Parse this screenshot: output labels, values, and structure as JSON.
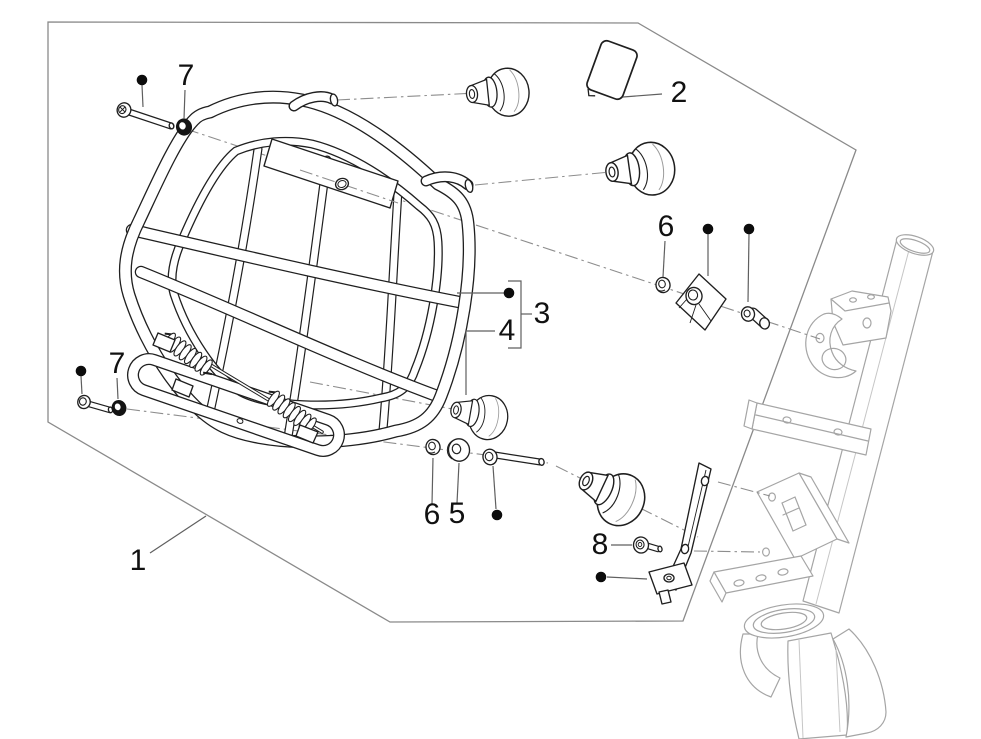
{
  "diagram": {
    "kind": "exploded-parts-diagram",
    "subject": "front luggage rack assembly with mounting hardware and steering column context",
    "callouts": [
      {
        "ref": "7",
        "part": "screw-with-washer-upper",
        "location": "top-left"
      },
      {
        "ref": "2",
        "part": "rubber-pad",
        "location": "top-right"
      },
      {
        "ref": "6",
        "part": "nut-upper",
        "location": "middle-right"
      },
      {
        "ref": "3",
        "part": "rack-sub-assembly",
        "location": "center"
      },
      {
        "ref": "4",
        "part": "rubber-buffer",
        "location": "center"
      },
      {
        "ref": "7",
        "part": "screw-with-washer-lower",
        "location": "middle-left"
      },
      {
        "ref": "6",
        "part": "washer-lower",
        "location": "bottom-center"
      },
      {
        "ref": "5",
        "part": "spacer",
        "location": "bottom-center"
      },
      {
        "ref": "8",
        "part": "fixing-screw",
        "location": "bottom-right"
      },
      {
        "ref": "1",
        "part": "front-luggage-rack",
        "location": "bottom-left"
      }
    ],
    "colors": {
      "outline": "#1f1f1f",
      "context_gray": "#a5a5a5",
      "dash_line": "#8d8d8d",
      "marker_dot": "#0c0c0c",
      "background": "#ffffff"
    }
  }
}
